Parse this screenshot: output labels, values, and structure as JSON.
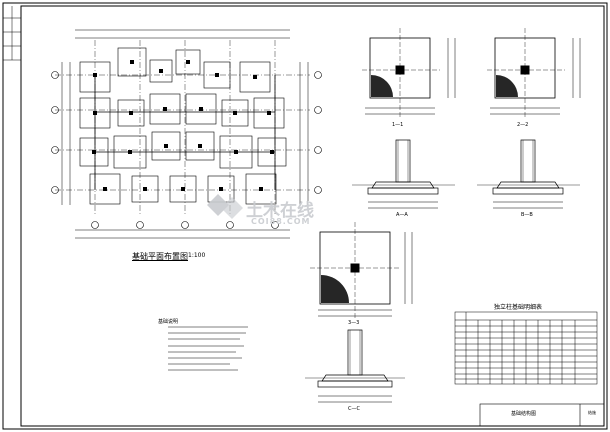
{
  "drawing": {
    "plan_title": "基础平面布置图",
    "plan_scale": "1:100",
    "table_title": "独立柱基础明细表",
    "notes_title": "基础说明",
    "title_block_name": "基础结构图",
    "title_block_no": "结施",
    "watermark_text": "土木在线",
    "watermark_sub": "COI88.COM",
    "section_1": "1—1",
    "section_2": "2—2",
    "section_3": "3—3",
    "section_a": "A—A",
    "section_b": "B—B",
    "section_c": "C—C"
  },
  "colors": {
    "line": "#000000",
    "paper": "#ffffff",
    "watermark": "#c9ccd0"
  }
}
